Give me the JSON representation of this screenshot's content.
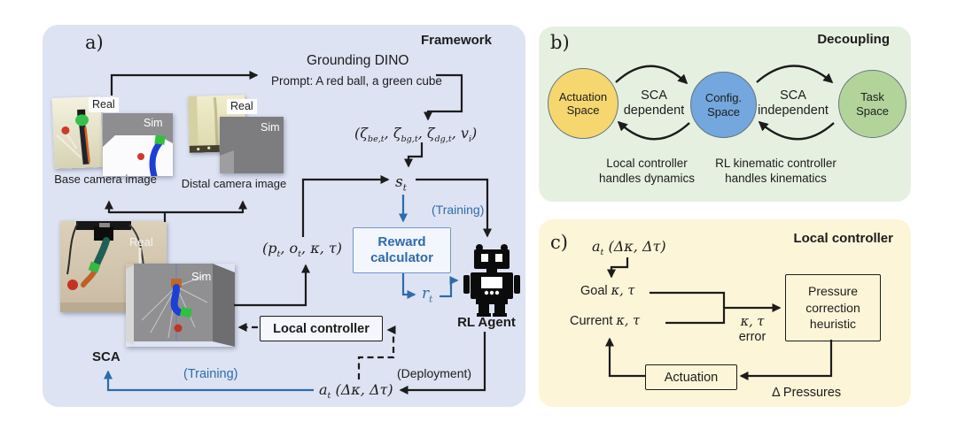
{
  "colors": {
    "panel_a_bg": "#dee3f3",
    "panel_b_bg": "#e6f0e1",
    "panel_c_bg": "#fdf5d8",
    "accent_blue": "#2d6cab",
    "ink": "#1c1c1c",
    "actuation_fill": "#f6d76f",
    "config_fill": "#73a7dd",
    "task_fill": "#b2d49b",
    "reward_border": "#7396cb"
  },
  "panel_a": {
    "tag": "a)",
    "title": "Framework",
    "grounding_dino": "Grounding DINO",
    "prompt": "Prompt: A red ball, a green cube",
    "base_caption": "Base camera image",
    "distal_caption": "Distal camera image",
    "real_label": "Real",
    "sim_label": "Sim",
    "sca_label": "SCA",
    "training_label": "(Training)",
    "deployment_label": "(Deployment)",
    "reward_line1": "Reward",
    "reward_line2": "calculator",
    "local_controller": "Local controller",
    "rl_agent": "RL Agent",
    "math": {
      "zeta_tuple": [
        {
          "t": "("
        },
        {
          "t": "ζ",
          "s": "be,t"
        },
        {
          "t": ", "
        },
        {
          "t": "ζ",
          "s": "bg,t"
        },
        {
          "t": ", "
        },
        {
          "t": "ζ",
          "s": "dg,t"
        },
        {
          "t": ", "
        },
        {
          "t": "v",
          "s": "i"
        },
        {
          "t": ")"
        }
      ],
      "s_t": [
        {
          "t": "s",
          "s": "t"
        }
      ],
      "obs_tuple": [
        {
          "t": "("
        },
        {
          "t": "p",
          "s": "t"
        },
        {
          "t": ", "
        },
        {
          "t": "o",
          "s": "t"
        },
        {
          "t": ", κ, τ)"
        }
      ],
      "r_t": [
        {
          "t": "r",
          "s": "t"
        }
      ],
      "a_t": [
        {
          "t": "a",
          "s": "t"
        },
        {
          "t": " (Δκ, Δτ)"
        }
      ]
    }
  },
  "panel_b": {
    "tag": "b)",
    "title": "Decoupling",
    "circles": [
      {
        "line1": "Actuation",
        "line2": "Space"
      },
      {
        "line1": "Config.",
        "line2": "Space"
      },
      {
        "line1": "Task",
        "line2": "Space"
      }
    ],
    "rel1_line1": "SCA",
    "rel1_line2": "dependent",
    "rel2_line1": "SCA",
    "rel2_line2": "independent",
    "caption1_line1": "Local controller",
    "caption1_line2": "handles dynamics",
    "caption2_line1": "RL kinematic controller",
    "caption2_line2": "handles kinematics"
  },
  "panel_c": {
    "tag": "c)",
    "title": "Local controller",
    "math": {
      "a_t": [
        {
          "t": "a",
          "s": "t"
        },
        {
          "t": " (Δκ, Δτ)"
        }
      ],
      "goal": [
        {
          "t": "Goal ",
          "r": 1
        },
        {
          "t": "κ, τ"
        }
      ],
      "current": [
        {
          "t": "Current ",
          "r": 1
        },
        {
          "t": "κ, τ"
        }
      ],
      "err_line1": [
        {
          "t": "κ, τ"
        }
      ],
      "err_line2": [
        {
          "t": "error",
          "r": 1
        }
      ]
    },
    "pressure_box_line1": "Pressure",
    "pressure_box_line2": "correction",
    "pressure_box_line3": "heuristic",
    "actuation_box": "Actuation",
    "delta_pressures": "Δ Pressures"
  }
}
